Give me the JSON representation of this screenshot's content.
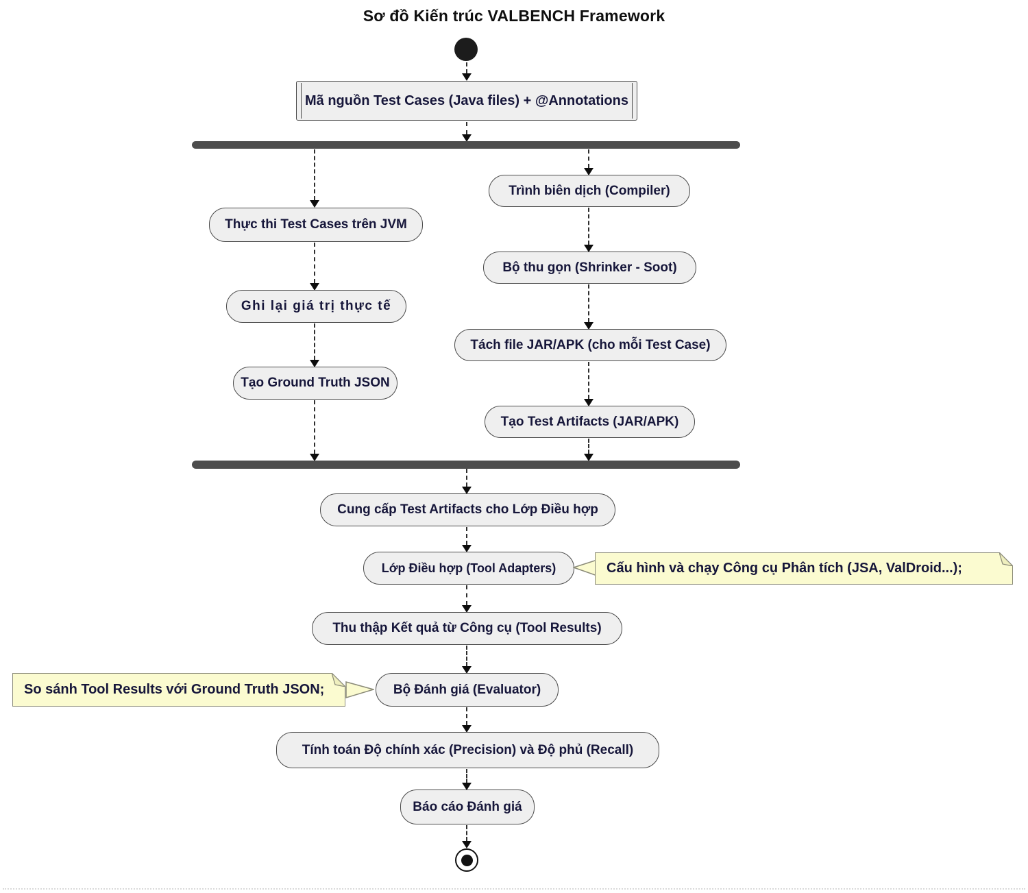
{
  "title": "Sơ đồ Kiến trúc VALBENCH Framework",
  "colors": {
    "activity_fill": "#efefef",
    "activity_border": "#4a4a4a",
    "note_fill": "#fbfbd0",
    "note_border": "#8a8a78",
    "fork_join_bar": "#4d4d4d",
    "text": "#16163a"
  },
  "nodes": {
    "source": "Mã nguồn Test Cases (Java files) + @Annotations",
    "left_branch": {
      "execute": "Thực thi Test Cases trên JVM",
      "record": "Ghi lại giá trị thực tế",
      "ground_truth": "Tạo Ground Truth JSON"
    },
    "right_branch": {
      "compiler": "Trình biên dịch (Compiler)",
      "shrinker": "Bộ thu gọn (Shrinker - Soot)",
      "split": "Tách file JAR/APK (cho mỗi Test Case)",
      "artifacts": "Tạo Test Artifacts (JAR/APK)"
    },
    "provide": "Cung cấp Test Artifacts cho Lớp Điều hợp",
    "adapters": "Lớp Điều hợp (Tool Adapters)",
    "collect": "Thu thập Kết quả từ Công cụ (Tool Results)",
    "evaluator": "Bộ Đánh giá (Evaluator)",
    "metrics": "Tính toán Độ chính xác (Precision) và Độ phủ (Recall)",
    "report": "Báo cáo Đánh giá"
  },
  "notes": {
    "adapter_note": "Cấu hình và chạy Công cụ Phân tích (JSA, ValDroid...);",
    "evaluator_note": "So sánh Tool Results với Ground Truth JSON;"
  }
}
